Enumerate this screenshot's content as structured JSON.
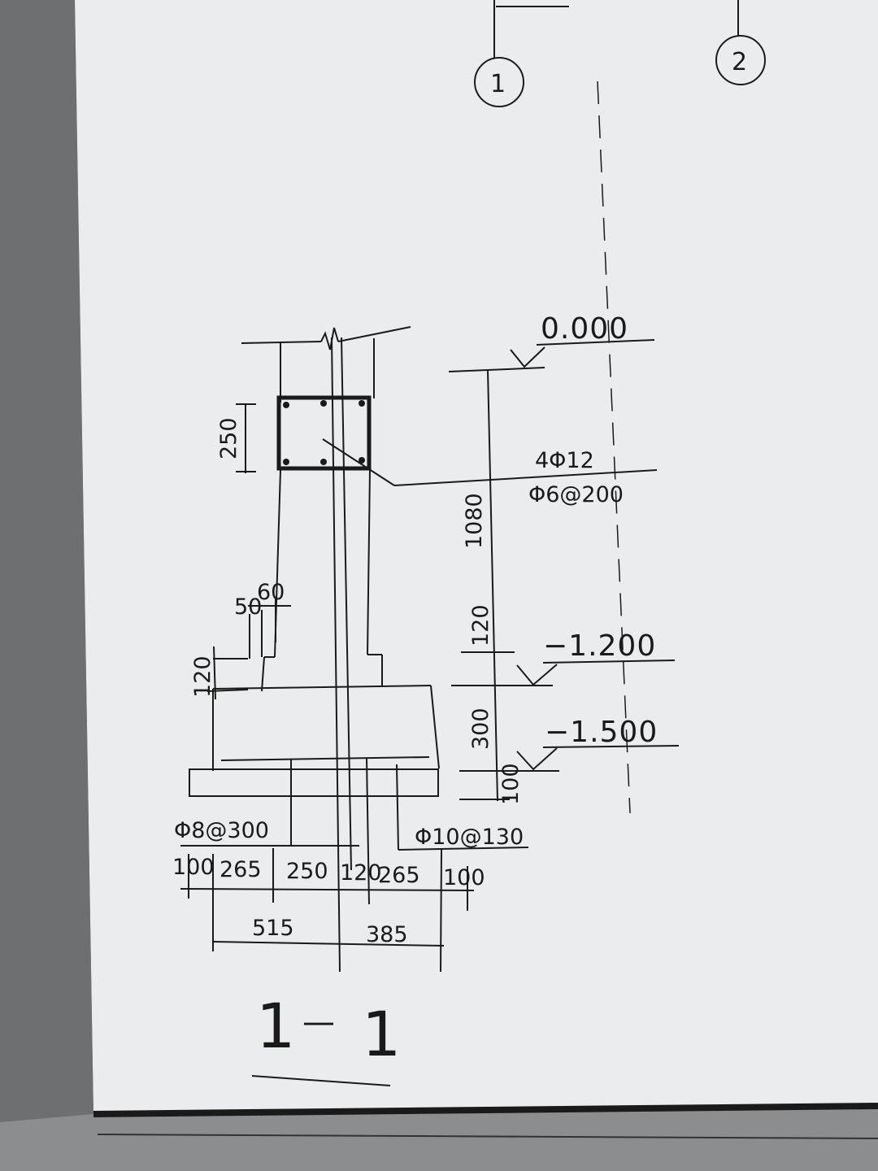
{
  "axes": {
    "axis_1": "1",
    "axis_2": "2"
  },
  "levels": {
    "ground": "0.000",
    "mid": "−1.200",
    "bottom": "−1.500"
  },
  "rebar": {
    "beam_main": "4Φ12",
    "beam_stirrup": "Φ6@200",
    "base_left": "Φ8@300",
    "base_right": "Φ10@130"
  },
  "dimensions": {
    "beam_height": "250",
    "ver_1080": "1080",
    "ver_120_right": "120",
    "ver_300": "300",
    "ver_100": "100",
    "step_50": "50",
    "step_60": "60",
    "step_120_left": "120",
    "bottom_row": [
      "100",
      "265",
      "250",
      "120",
      "265",
      "100"
    ],
    "total_left": "515",
    "total_right": "385"
  },
  "section_label": {
    "left": "1",
    "dash": "—",
    "right": "1"
  },
  "colors": {
    "paper": "#ebeced",
    "ink": "#1a1a1a",
    "background": "#8c8d8f"
  }
}
